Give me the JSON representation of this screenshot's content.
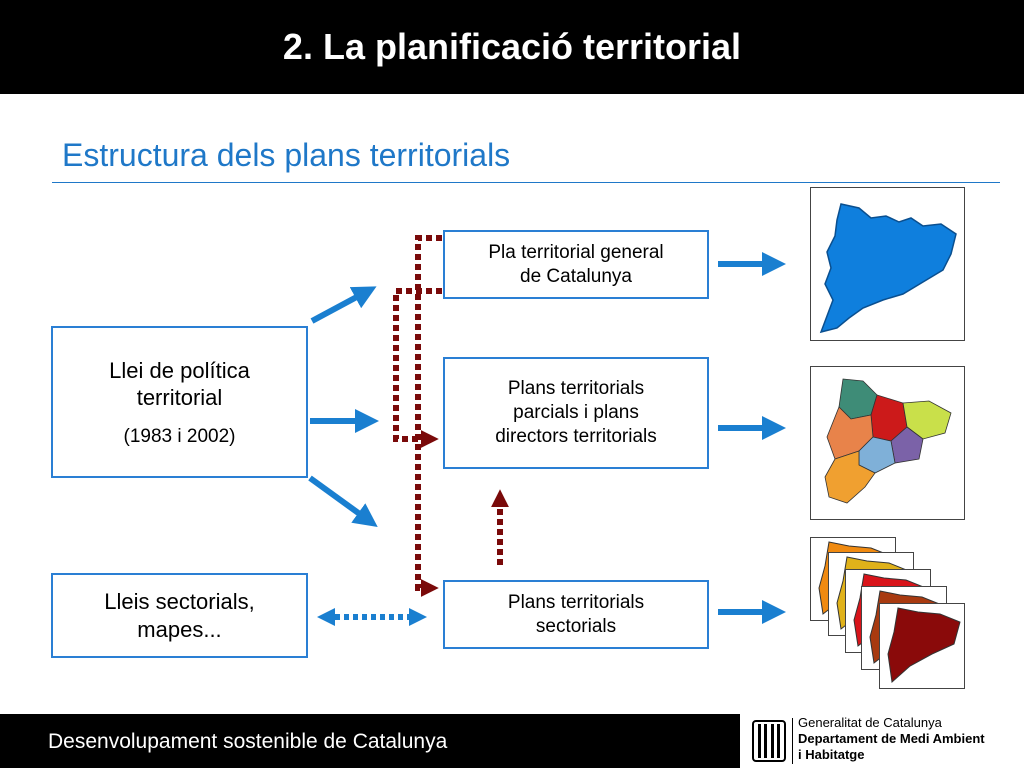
{
  "header": {
    "title": "2. La planificació territorial"
  },
  "section": {
    "subtitle": "Estructura dels plans territorials"
  },
  "boxes": {
    "llei": {
      "label": "Llei de política\nterritorial",
      "years": "(1983 i 2002)"
    },
    "lleis_sectorials": {
      "label": "Lleis sectorials,\nmapes..."
    },
    "pla_general": {
      "label": "Pla territorial general\nde Catalunya"
    },
    "plans_parcials": {
      "label": "Plans territorials\nparcials i plans\ndirectors territorials"
    },
    "plans_sectorials": {
      "label": "Plans territorials\nsectorials"
    }
  },
  "footer": {
    "text": "Desenvolupament sostenible de Catalunya",
    "logo": {
      "line1": "Generalitat de Catalunya",
      "line2": "Departament de Medi Ambient",
      "line3": "i Habitatge"
    }
  },
  "colors": {
    "blue_arrow": "#1a7fd0",
    "dark_red_arrow": "#7a0a0a",
    "box_border": "#2a7fd4",
    "map_blue": "#0f7fdd"
  },
  "icons": [
    "catalonia-map-blue",
    "catalonia-map-regions",
    "catalonia-map-sectorial-stack"
  ]
}
